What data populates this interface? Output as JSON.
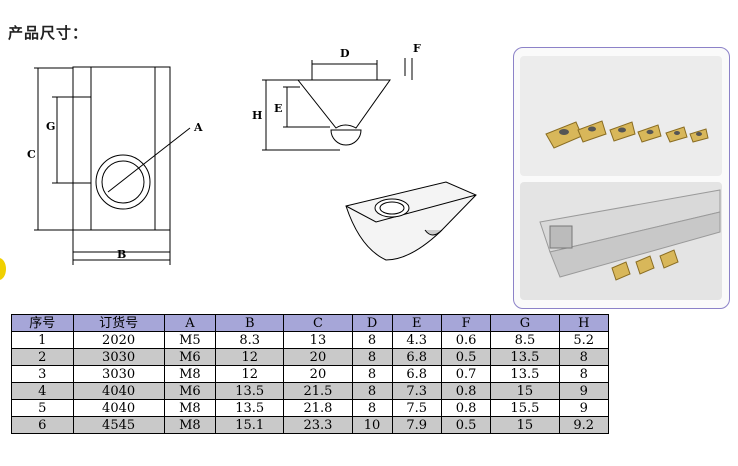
{
  "title": "产品尺寸：",
  "labels": {
    "A": "A",
    "B": "B",
    "C": "C",
    "G": "G",
    "D": "D",
    "E": "E",
    "F": "F",
    "H": "H"
  },
  "table": {
    "headers": [
      "序号",
      "订货号",
      "A",
      "B",
      "C",
      "D",
      "E",
      "F",
      "G",
      "H"
    ],
    "rows": [
      [
        "1",
        "2020",
        "M5",
        "8.3",
        "13",
        "8",
        "4.3",
        "0.6",
        "8.5",
        "5.2"
      ],
      [
        "2",
        "3030",
        "M6",
        "12",
        "20",
        "8",
        "6.8",
        "0.5",
        "13.5",
        "8"
      ],
      [
        "3",
        "3030",
        "M8",
        "12",
        "20",
        "8",
        "6.8",
        "0.7",
        "13.5",
        "8"
      ],
      [
        "4",
        "4040",
        "M6",
        "13.5",
        "21.5",
        "8",
        "7.3",
        "0.8",
        "15",
        "9"
      ],
      [
        "5",
        "4040",
        "M8",
        "13.5",
        "21.8",
        "8",
        "7.5",
        "0.8",
        "15.5",
        "9"
      ],
      [
        "6",
        "4545",
        "M8",
        "15.1",
        "23.3",
        "10",
        "7.9",
        "0.5",
        "15",
        "9.2"
      ]
    ],
    "shaded_rows": [
      1,
      3,
      5
    ],
    "header_color": "#a6a6d8",
    "shade_color": "#c9c9c9"
  },
  "accent_colors": {
    "photo_border": "#8c82c8",
    "nut_gold": "#d8b75a"
  }
}
